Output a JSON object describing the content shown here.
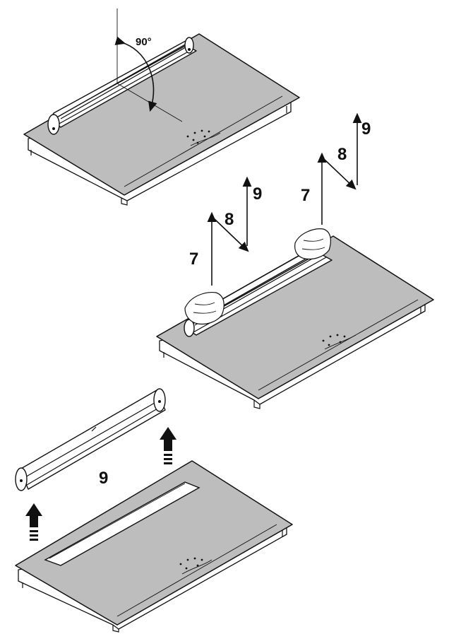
{
  "labels": {
    "angle": "90°",
    "step_a_7": "7",
    "step_a_8": "8",
    "step_a_9": "9",
    "step_b_7": "7",
    "step_b_8": "8",
    "step_b_9": "9",
    "step_c_9": "9"
  }
}
